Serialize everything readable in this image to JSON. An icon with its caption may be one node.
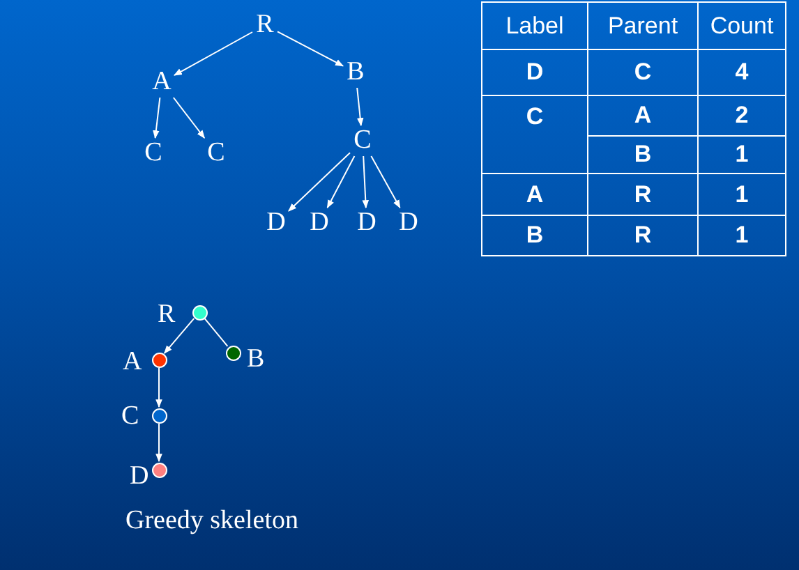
{
  "diagram": {
    "caption": "Greedy skeleton",
    "nodes": [
      {
        "text": [
          "R"
        ]
      },
      {
        "text": [
          "A"
        ]
      },
      {
        "text": [
          "B"
        ]
      },
      {
        "text": [
          "C"
        ]
      },
      {
        "text": [
          "C"
        ]
      },
      {
        "text": [
          "C"
        ]
      },
      {
        "text": [
          "D"
        ]
      },
      {
        "text": [
          "D"
        ]
      },
      {
        "text": [
          "D"
        ]
      },
      {
        "text": [
          "D"
        ]
      },
      {
        "text": [],
        "shape": "circle",
        "beside": [
          "R"
        ]
      },
      {
        "text": [],
        "shape": "circle",
        "beside": [
          "A"
        ]
      },
      {
        "text": [],
        "shape": "circle",
        "beside": [
          "B"
        ]
      },
      {
        "text": [],
        "shape": "circle",
        "beside": [
          "C"
        ]
      },
      {
        "text": [],
        "shape": "circle",
        "beside": [
          "D"
        ]
      }
    ],
    "edges": [
      {
        "from": 0,
        "to": 1,
        "arrow": "to"
      },
      {
        "from": 0,
        "to": 2,
        "arrow": "to"
      },
      {
        "from": 1,
        "to": 3,
        "arrow": "to"
      },
      {
        "from": 1,
        "to": 4,
        "arrow": "to"
      },
      {
        "from": 2,
        "to": 5,
        "arrow": "to"
      },
      {
        "from": 5,
        "to": 6,
        "arrow": "to"
      },
      {
        "from": 5,
        "to": 7,
        "arrow": "to"
      },
      {
        "from": 5,
        "to": 8,
        "arrow": "to"
      },
      {
        "from": 5,
        "to": 9,
        "arrow": "to"
      },
      {
        "from": 10,
        "to": 11,
        "arrow": "to"
      },
      {
        "from": 10,
        "to": 12,
        "arrow": "none"
      },
      {
        "from": 11,
        "to": 13,
        "arrow": "to"
      },
      {
        "from": 13,
        "to": 14,
        "arrow": "to"
      }
    ],
    "labels": [
      "Label",
      "Parent",
      "Count",
      "D",
      "C",
      "4",
      "C",
      "A",
      "2",
      "B",
      "1",
      "A",
      "R",
      "1",
      "B",
      "R",
      "1"
    ]
  }
}
